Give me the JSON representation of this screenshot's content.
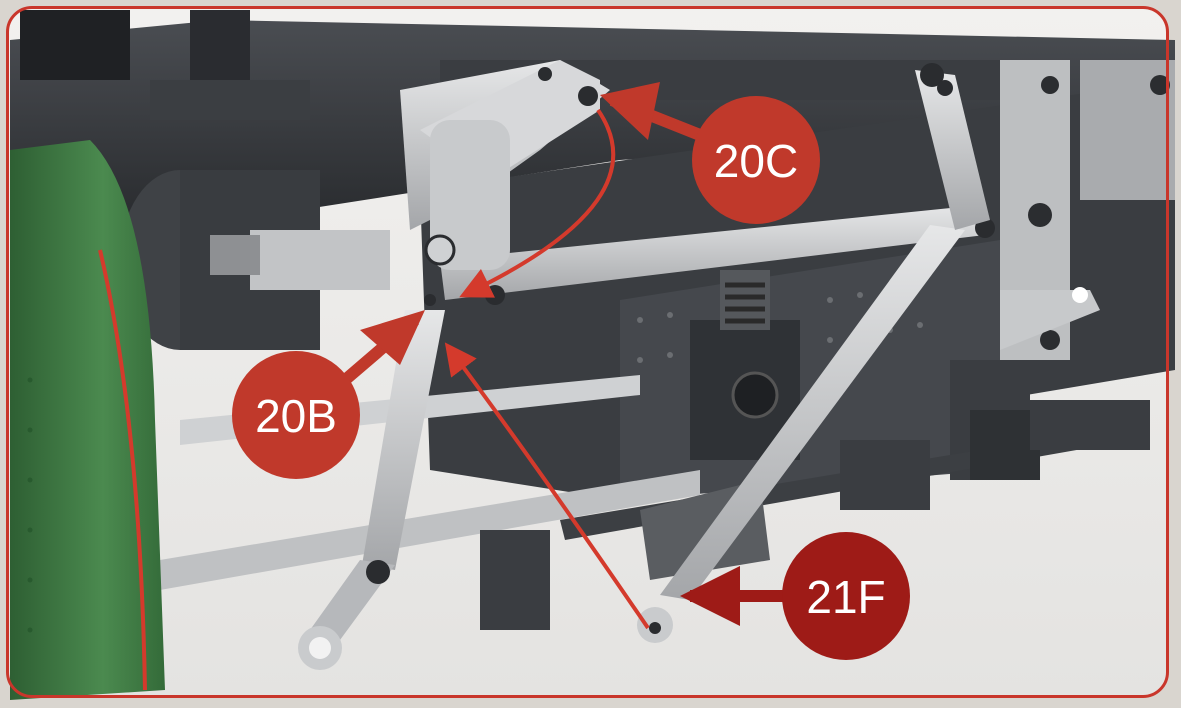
{
  "colors": {
    "callout_red": "#c0392b",
    "callout_dark_red": "#9e1b17",
    "arrow_red": "#d43a2c",
    "frame_red": "#c9362b",
    "boiler_green": "#3f7a43",
    "frame_dark": "#2f3236",
    "rod_silver": "#bfc1c3"
  },
  "callouts": [
    {
      "id": "20C",
      "label": "20C"
    },
    {
      "id": "20B",
      "label": "20B"
    },
    {
      "id": "21F",
      "label": "21F"
    }
  ]
}
